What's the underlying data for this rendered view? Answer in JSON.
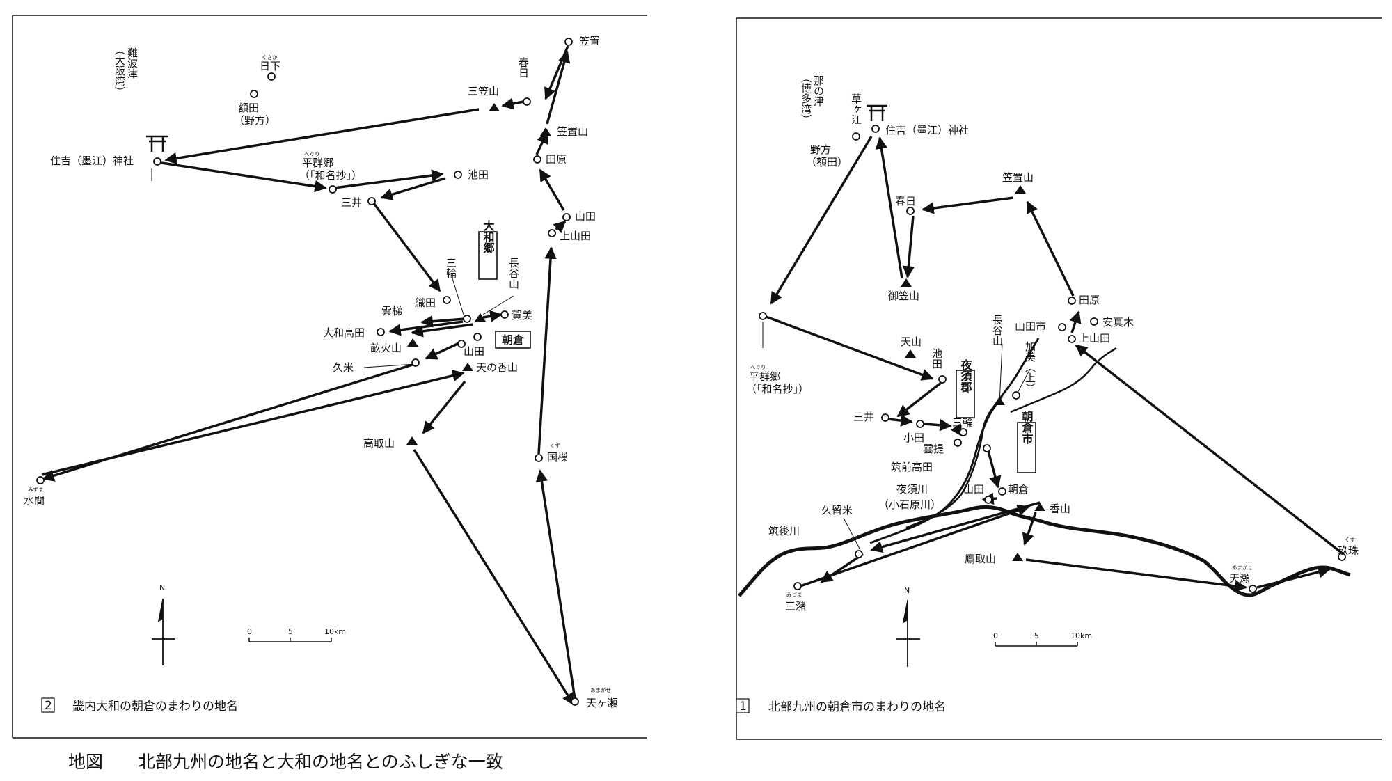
{
  "figure_title": "地図　　北部九州の地名と大和の地名とのふしぎな一致",
  "scale_labels": [
    "0",
    "5",
    "10km"
  ],
  "north_label": "N",
  "left_map": {
    "caption_num": "2",
    "caption": "畿内大和の朝倉のまわりの地名",
    "box_labels": [
      "大和郷",
      "朝倉"
    ],
    "places": [
      {
        "id": "hiki",
        "label": "日下",
        "ruby": "くさか"
      },
      {
        "id": "nukata",
        "label": "額田",
        "label2": "（野方）"
      },
      {
        "id": "naniwa",
        "label": "難波津",
        "label2": "（大阪湾）"
      },
      {
        "id": "kasaoki",
        "label": "笠置"
      },
      {
        "id": "kasuga",
        "label": "春日"
      },
      {
        "id": "mikasa",
        "label": "三笠山"
      },
      {
        "id": "kasaokiyama",
        "label": "笠置山"
      },
      {
        "id": "sumiyoshi",
        "label": "住吉（墨江）神社"
      },
      {
        "id": "tawara",
        "label": "田原"
      },
      {
        "id": "heguri",
        "label": "平群郷",
        "ruby": "へぐり",
        "label2": "（「和名抄」）"
      },
      {
        "id": "ikeda",
        "label": "池田"
      },
      {
        "id": "mii",
        "label": "三井"
      },
      {
        "id": "yamada1",
        "label": "山田"
      },
      {
        "id": "kamiyamada",
        "label": "上山田"
      },
      {
        "id": "miwa",
        "label": "三輪"
      },
      {
        "id": "hase",
        "label": "長谷山"
      },
      {
        "id": "oda",
        "label": "織田"
      },
      {
        "id": "unate",
        "label": "雲梯"
      },
      {
        "id": "kami",
        "label": "賀美"
      },
      {
        "id": "yamatotakada",
        "label": "大和高田"
      },
      {
        "id": "unebi",
        "label": "畝火山"
      },
      {
        "id": "yamada2",
        "label": "山田"
      },
      {
        "id": "kume",
        "label": "久米"
      },
      {
        "id": "amanokagu",
        "label": "天の香山"
      },
      {
        "id": "takatori",
        "label": "高取山"
      },
      {
        "id": "kuzu",
        "label": "国樔",
        "ruby": "くず"
      },
      {
        "id": "mizuma",
        "label": "水間",
        "ruby": "みずま"
      },
      {
        "id": "amagase",
        "label": "天ヶ瀬",
        "ruby": "あまがせ"
      }
    ]
  },
  "right_map": {
    "caption_num": "1",
    "caption": "北部九州の朝倉市のまわりの地名",
    "box_labels": [
      "夜須郡",
      "朝倉市"
    ],
    "places": [
      {
        "id": "nanotsu",
        "label": "那の津",
        "label2": "（博多湾）"
      },
      {
        "id": "kusagae",
        "label": "草ヶ江"
      },
      {
        "id": "sumiyoshi",
        "label": "住吉（墨江）神社"
      },
      {
        "id": "nokata",
        "label": "野方",
        "label2": "（額田）"
      },
      {
        "id": "kasaokiyama",
        "label": "笠置山"
      },
      {
        "id": "kasuga",
        "label": "春日"
      },
      {
        "id": "mikasa",
        "label": "御笠山"
      },
      {
        "id": "tawara",
        "label": "田原"
      },
      {
        "id": "yamadashi",
        "label": "山田市"
      },
      {
        "id": "anmagi",
        "label": "安真木"
      },
      {
        "id": "kamiyamada",
        "label": "上山田"
      },
      {
        "id": "heguri",
        "label": "平群郷",
        "ruby": "へぐり",
        "label2": "（「和名抄」）"
      },
      {
        "id": "tenzan",
        "label": "天山"
      },
      {
        "id": "ikeda",
        "label": "池田"
      },
      {
        "id": "hase",
        "label": "長谷山"
      },
      {
        "id": "kami",
        "label": "加美（上）"
      },
      {
        "id": "mii",
        "label": "三井"
      },
      {
        "id": "oda",
        "label": "小田"
      },
      {
        "id": "miwa",
        "label": "三輪"
      },
      {
        "id": "unate",
        "label": "雲提"
      },
      {
        "id": "chikuzentakada",
        "label": "筑前高田"
      },
      {
        "id": "yasugawa",
        "label": "夜須川",
        "label2": "（小石原川）"
      },
      {
        "id": "yamada",
        "label": "山田"
      },
      {
        "id": "asakura",
        "label": "朝倉"
      },
      {
        "id": "kurume",
        "label": "久留米"
      },
      {
        "id": "kagusan",
        "label": "香山"
      },
      {
        "id": "chikugogawa",
        "label": "筑後川"
      },
      {
        "id": "takatori",
        "label": "鷹取山"
      },
      {
        "id": "mizuma",
        "label": "三潴",
        "ruby": "みづま"
      },
      {
        "id": "amase",
        "label": "天瀬",
        "ruby": "あまがせ"
      },
      {
        "id": "kusu",
        "label": "玖珠",
        "ruby": "くす"
      }
    ]
  }
}
